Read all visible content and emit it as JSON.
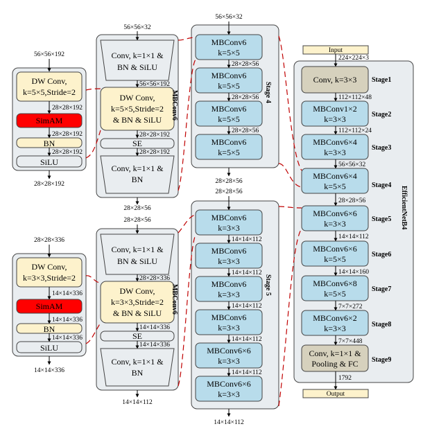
{
  "colors": {
    "mbconv_fill": "#b8dceb",
    "conv_gray": "#d6d1bd",
    "yellow": "#fdf2cc",
    "red": "#ff0000",
    "panel": "#e9edf0",
    "dash": "#c00000"
  },
  "dims": {
    "in56_192": "56×56×192",
    "out28_192": "28×28×192",
    "in28_336": "28×28×336",
    "out14_336": "14×14×336",
    "in56_32": "56×56×32",
    "d56_192": "56×56×192",
    "d28_192": "28×28×192",
    "d28_56": "28×28×56",
    "d28_336": "28×28×336",
    "d14_336": "14×14×336",
    "d14_112": "14×14×112",
    "d224_3": "224×224×3",
    "d112_48": "112×112×48",
    "d112_24": "112×112×24",
    "d14_160": "14×14×160",
    "d7_272": "7×7×272",
    "d7_448": "7×7×448",
    "d1792": "1792"
  },
  "simam_blocks": {
    "top_dw": [
      "DW Conv,",
      "k=5×5,Stride=2"
    ],
    "bottom_dw": [
      "DW Conv,",
      "k=3×3,Stride=2"
    ],
    "simam": "SimAM",
    "bn": "BN",
    "silu": "SiLU"
  },
  "mbconv6_blocks": {
    "title": "MBConv6",
    "conv_expand": [
      "Conv, k=1×1 &",
      "BN & SiLU"
    ],
    "top_dw": [
      "DW Conv,",
      "k=5×5,Stride=2",
      "& BN & SiLU"
    ],
    "bottom_dw": [
      "DW Conv,",
      "k=3×3,Stride=2",
      "& BN & SiLU"
    ],
    "se": "SE",
    "conv_project": [
      "Conv, k=1×1 &",
      "BN"
    ]
  },
  "stage4": {
    "title": "Stage 4",
    "blocks": [
      [
        "MBConv6",
        "k=5×5"
      ],
      [
        "MBConv6",
        "k=5×5"
      ],
      [
        "MBConv6",
        "k=5×5"
      ],
      [
        "MBConv6",
        "k=5×5"
      ]
    ]
  },
  "stage5": {
    "title": "Stage 5",
    "blocks": [
      [
        "MBConv6",
        "k=3×3"
      ],
      [
        "MBConv6",
        "k=3×3"
      ],
      [
        "MBConv6",
        "k=3×3"
      ],
      [
        "MBConv6",
        "k=3×3"
      ],
      [
        "MBConv6×6",
        "k=3×3"
      ],
      [
        "MBConv6×6",
        "k=3×3"
      ]
    ]
  },
  "efficientnet": {
    "title": "EfficientNetB4",
    "input": "Input",
    "output": "Output",
    "blocks": [
      {
        "lines": [
          "Conv, k=3×3"
        ],
        "stage": "Stage1"
      },
      {
        "lines": [
          "MBConv1×2",
          "k=3×3"
        ],
        "stage": "Stage2"
      },
      {
        "lines": [
          "MBConv6×4",
          "k=3×3"
        ],
        "stage": "Stage3"
      },
      {
        "lines": [
          "MBConv6×4",
          "k=5×5"
        ],
        "stage": "Stage4"
      },
      {
        "lines": [
          "MBConv6×6",
          "k=3×3"
        ],
        "stage": "Stage5"
      },
      {
        "lines": [
          "MBConv6×6",
          "k=5×5"
        ],
        "stage": "Stage6"
      },
      {
        "lines": [
          "MBConv6×8",
          "k=5×5"
        ],
        "stage": "Stage7"
      },
      {
        "lines": [
          "MBConv6×2",
          "k=3×3"
        ],
        "stage": "Stage8"
      },
      {
        "lines": [
          "Conv, k=1×1 &",
          "Pooling & FC"
        ],
        "stage": "Stage9"
      }
    ]
  }
}
